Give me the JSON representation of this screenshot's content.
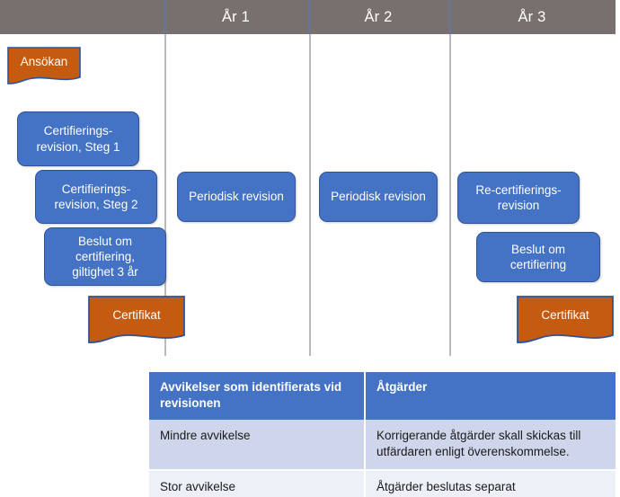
{
  "timeline": {
    "header_background": "#77706F",
    "columns": [
      {
        "label": "",
        "name": "column-pre"
      },
      {
        "label": "År 1",
        "name": "column-year-1"
      },
      {
        "label": "År 2",
        "name": "column-year-2"
      },
      {
        "label": "År 3",
        "name": "column-year-3"
      }
    ]
  },
  "colors": {
    "process_blue": "#4472C4",
    "process_blue_border": "#2F5496",
    "document_orange": "#C55A11",
    "document_orange_border": "#2F5496",
    "header_gray": "#77706F",
    "table_header_blue": "#4472C4",
    "table_row_a": "#CFD5EA",
    "table_row_b": "#EDF0F7",
    "divider_gray": "#B9B9B9"
  },
  "shapes": {
    "ansokan": {
      "label": "Ansökan",
      "type": "document"
    },
    "cert_steg_1": {
      "label": "Certifierings-\nrevision, Steg 1",
      "type": "process"
    },
    "cert_steg_2": {
      "label": "Certifierings-\nrevision, Steg 2",
      "type": "process"
    },
    "beslut_giltighet": {
      "label": "Beslut om\ncertifiering,\ngiltighet 3 år",
      "type": "process"
    },
    "certifikat_1": {
      "label": "Certifikat",
      "type": "document"
    },
    "periodisk_1": {
      "label": "Periodisk revision",
      "type": "process"
    },
    "periodisk_2": {
      "label": "Periodisk revision",
      "type": "process"
    },
    "recert": {
      "label": "Re-certifierings-\nrevision",
      "type": "process"
    },
    "beslut_cert": {
      "label": "Beslut om\ncertifiering",
      "type": "process"
    },
    "certifikat_2": {
      "label": "Certifikat",
      "type": "document"
    }
  },
  "table": {
    "headers": [
      "Avvikelser som identifierats vid revisionen",
      "Åtgärder"
    ],
    "rows": [
      {
        "deviation": "Mindre avvikelse",
        "action": "Korrigerande åtgärder skall skickas till utfärdaren enligt överenskommelse."
      },
      {
        "deviation": "Stor avvikelse",
        "action": "Åtgärder beslutas separat"
      }
    ]
  }
}
